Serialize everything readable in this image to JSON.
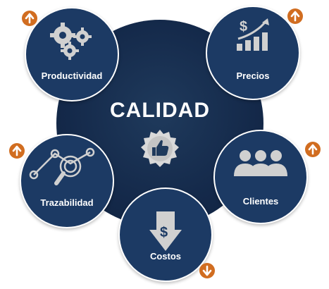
{
  "center": {
    "title": "CALIDAD",
    "icon": "thumbs-up-seal-icon"
  },
  "nodes": [
    {
      "label": "Productividad",
      "icon": "gears-icon",
      "trend": "up"
    },
    {
      "label": "Precios",
      "icon": "dollar-bar-chart-icon",
      "trend": "up"
    },
    {
      "label": "Trazabilidad",
      "icon": "magnifier-network-icon",
      "trend": "up"
    },
    {
      "label": "Clientes",
      "icon": "people-group-icon",
      "trend": "up"
    },
    {
      "label": "Costos",
      "icon": "dollar-down-arrow-icon",
      "trend": "down"
    }
  ],
  "colors": {
    "center": "#14294a",
    "node": "#1c3a64",
    "arrow": "#d16d20",
    "text": "#ffffff"
  }
}
